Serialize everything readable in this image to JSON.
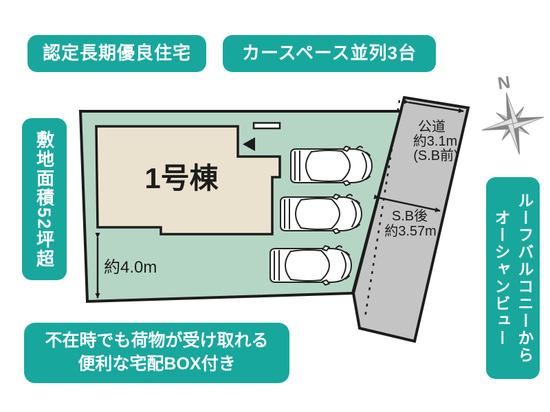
{
  "colors": {
    "teal": "#18a79d",
    "plot_green": "#b6d6c5",
    "building_beige": "#eae2ce",
    "road_gray": "#c4c4c4",
    "outline_black": "#1c1c1c",
    "compass_gray": "#8a8a8a"
  },
  "badges": {
    "certified": "認定長期優良住宅",
    "carspace": "カースペース並列3台",
    "site_area": "敷地面積52坪超",
    "view_line1": "ルーフバルコニーから",
    "view_line2": "オーシャンビュー",
    "delivery_line1": "不在時でも荷物が受け取れる",
    "delivery_line2": "便利な宅配BOX付き"
  },
  "plan": {
    "building_label": "1号棟",
    "depth_dim": "約4.0m",
    "road_line1": "公道",
    "road_line2": "約3.1m",
    "road_line3": "(S.B前)",
    "setback_line1": "S.B後",
    "setback_line2": "約3.57m",
    "compass_north": "N",
    "cars_count": 3
  }
}
